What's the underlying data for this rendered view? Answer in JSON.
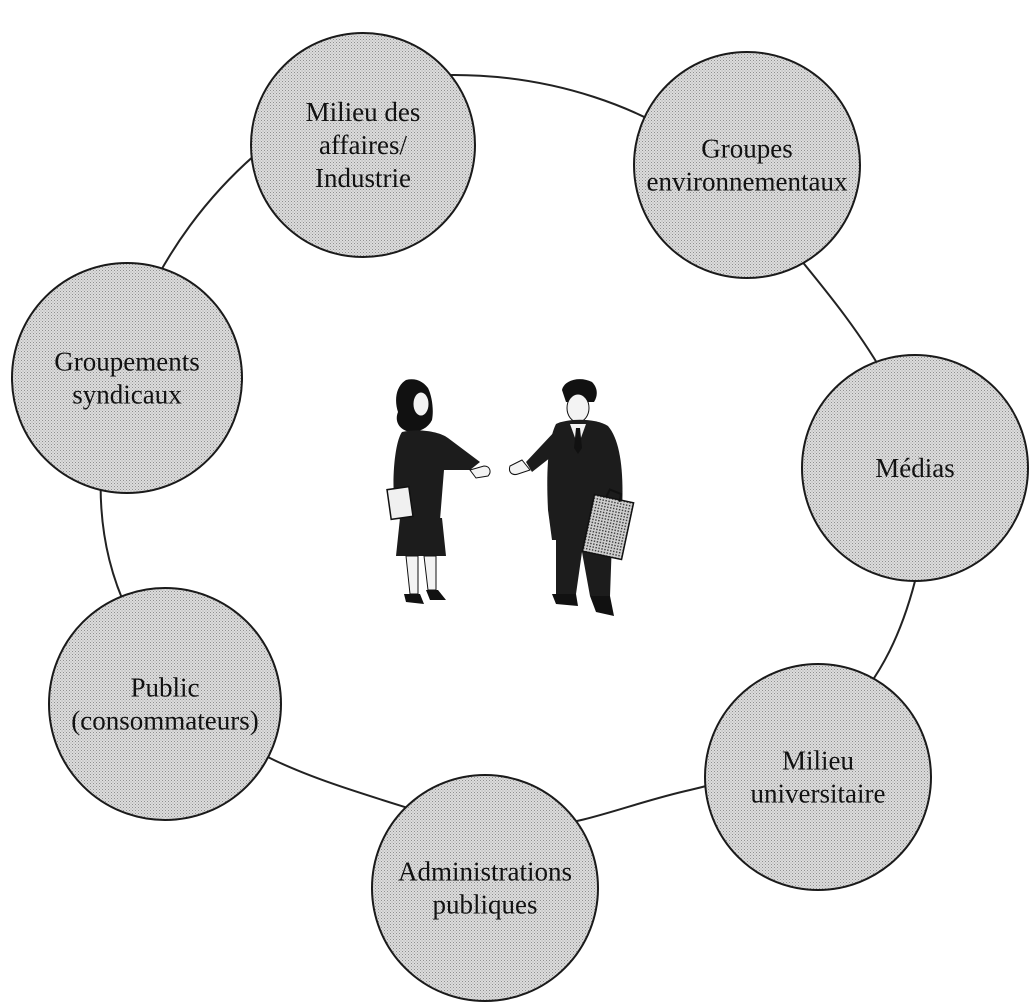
{
  "diagram": {
    "nodes": [
      {
        "id": "business",
        "lines": [
          "Milieu des",
          "affaires/",
          "Industrie"
        ]
      },
      {
        "id": "environment",
        "lines": [
          "Groupes",
          "environnementaux"
        ]
      },
      {
        "id": "media",
        "lines": [
          "Médias"
        ]
      },
      {
        "id": "university",
        "lines": [
          "Milieu",
          "universitaire"
        ]
      },
      {
        "id": "administrations",
        "lines": [
          "Administrations",
          "publiques"
        ]
      },
      {
        "id": "public",
        "lines": [
          "Public",
          "(consommateurs)"
        ]
      },
      {
        "id": "unions",
        "lines": [
          "Groupements",
          "syndicaux"
        ]
      }
    ]
  },
  "colors": {
    "node_fill": "#c9c9c9",
    "stroke": "#1a1a1a",
    "suit": "#1c1c1c",
    "skin": "#f3f3f3",
    "briefcase": "#8a8a8a"
  },
  "center_illustration": "two-businesspeople-greeting"
}
